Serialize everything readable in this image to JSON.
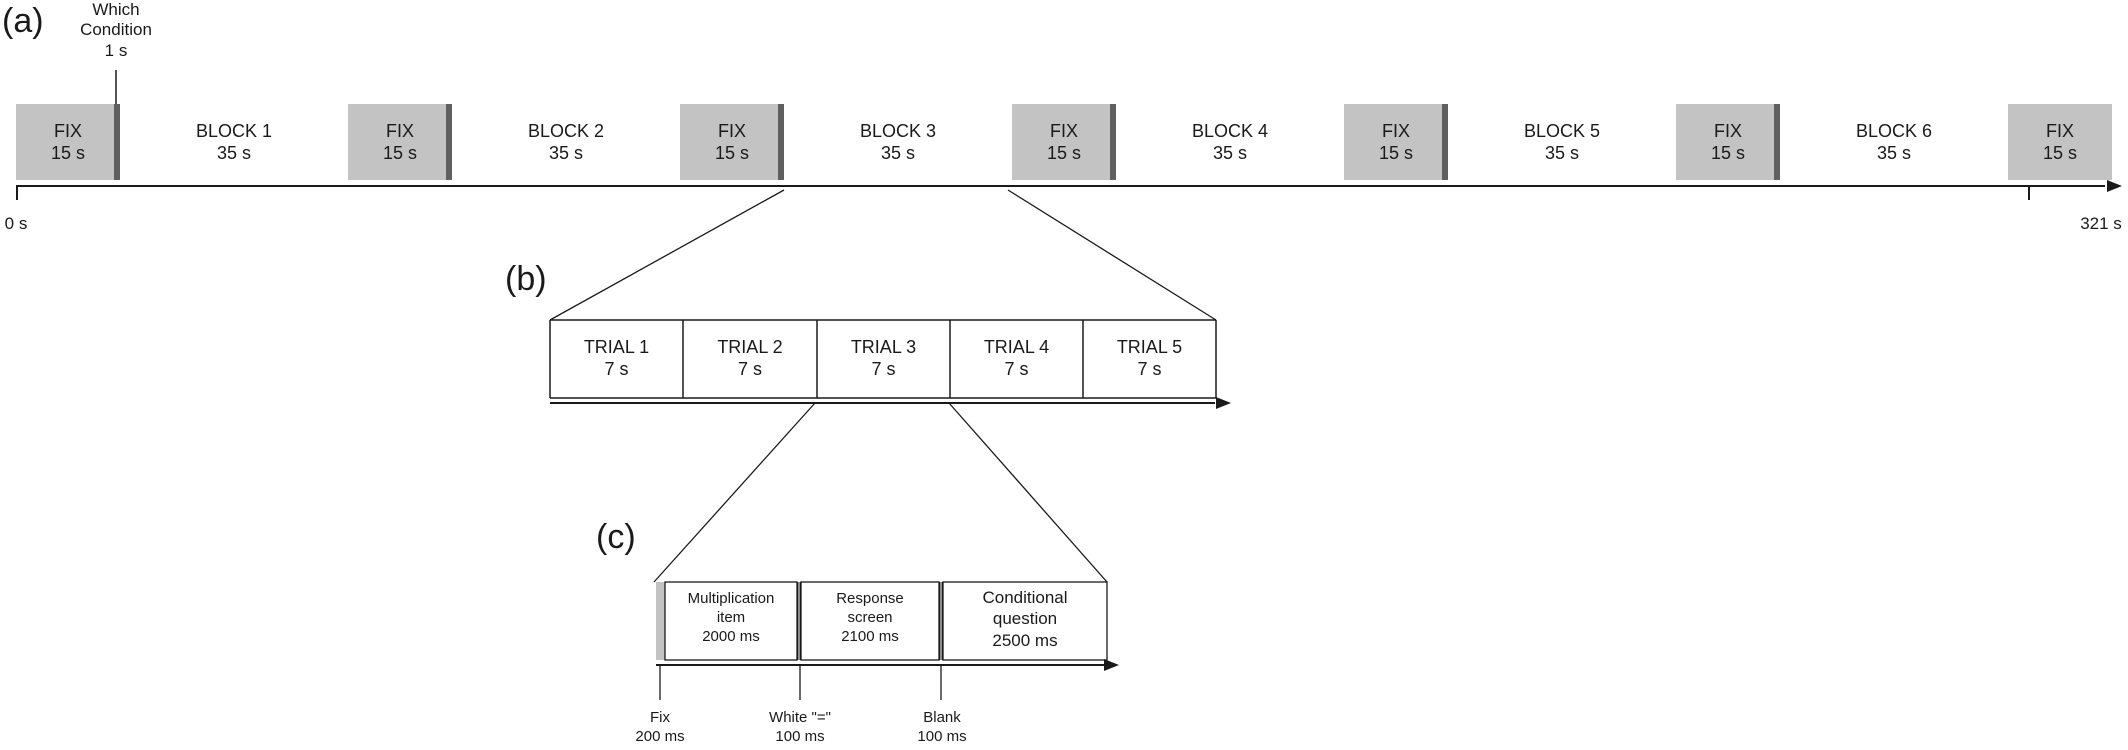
{
  "panels": {
    "a": "(a)",
    "b": "(b)",
    "c": "(c)"
  },
  "which_condition": {
    "line1": "Which",
    "line2": "Condition",
    "line3": "1 s"
  },
  "timeline_a": {
    "segments": [
      {
        "kind": "fix",
        "label": "FIX",
        "duration": "15 s"
      },
      {
        "kind": "block",
        "label": "BLOCK 1",
        "duration": "35 s"
      },
      {
        "kind": "fix",
        "label": "FIX",
        "duration": "15 s"
      },
      {
        "kind": "block",
        "label": "BLOCK 2",
        "duration": "35 s"
      },
      {
        "kind": "fix",
        "label": "FIX",
        "duration": "15 s"
      },
      {
        "kind": "block",
        "label": "BLOCK 3",
        "duration": "35 s"
      },
      {
        "kind": "fix",
        "label": "FIX",
        "duration": "15 s"
      },
      {
        "kind": "block",
        "label": "BLOCK 4",
        "duration": "35 s"
      },
      {
        "kind": "fix",
        "label": "FIX",
        "duration": "15 s"
      },
      {
        "kind": "block",
        "label": "BLOCK 5",
        "duration": "35 s"
      },
      {
        "kind": "fix",
        "label": "FIX",
        "duration": "15 s"
      },
      {
        "kind": "block",
        "label": "BLOCK 6",
        "duration": "35 s"
      },
      {
        "kind": "fix",
        "label": "FIX",
        "duration": "15 s"
      }
    ],
    "start_label": "0 s",
    "end_label": "321 s"
  },
  "timeline_b": {
    "trials": [
      {
        "label": "TRIAL 1",
        "duration": "7 s"
      },
      {
        "label": "TRIAL 2",
        "duration": "7 s"
      },
      {
        "label": "TRIAL 3",
        "duration": "7 s"
      },
      {
        "label": "TRIAL 4",
        "duration": "7 s"
      },
      {
        "label": "TRIAL 5",
        "duration": "7 s"
      }
    ]
  },
  "timeline_c": {
    "boxes": [
      {
        "lines": [
          "Multiplication",
          "item",
          "2000 ms"
        ]
      },
      {
        "lines": [
          "Response",
          "screen",
          "2100 ms"
        ]
      },
      {
        "lines": [
          "Conditional",
          "question",
          "2500 ms"
        ]
      }
    ],
    "events": [
      {
        "lines": [
          "Fix",
          "200 ms"
        ]
      },
      {
        "lines": [
          "White \"=\"",
          "100 ms"
        ]
      },
      {
        "lines": [
          "Blank",
          "100 ms"
        ]
      }
    ]
  },
  "colors": {
    "fix_fill": "#c3c3c3",
    "cue_bar": "#606060",
    "line": "#1a1a1a",
    "text": "#1a1a1a"
  }
}
